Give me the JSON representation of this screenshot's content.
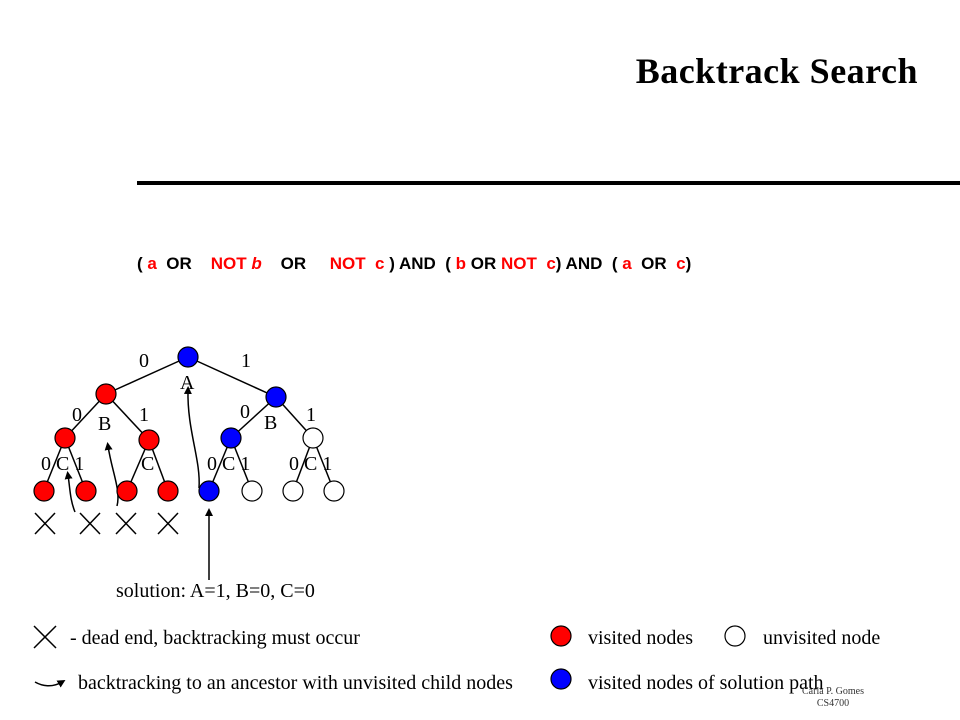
{
  "slide": {
    "title": "Backtrack Search",
    "formula": {
      "t1": "( ",
      "a1": "a",
      "t2": "  OR    ",
      "not1": "NOT ",
      "b1": "b",
      "t3": "    OR     ",
      "not2": "NOT  c",
      "t4": " ) AND  ( ",
      "b2": "b",
      "t5": " OR ",
      "not3": "NOT  c",
      "t6": ") AND  ( ",
      "a2": "a",
      "t7": "  OR  ",
      "c1": "c",
      "t8": ")"
    },
    "tree": {
      "labels": {
        "a_zero": "0",
        "a_one": "1",
        "a_name": "A",
        "b1_zero": "0",
        "b1_one": "1",
        "b1_name": "B",
        "b2_zero": "0",
        "b2_one": "1",
        "b2_name": "B",
        "c1": "0 C 1",
        "c2": "C",
        "c3": "0 C 1",
        "c4": "0 C 1"
      },
      "solution": "solution:  A=1, B=0, C=0"
    },
    "legend": {
      "dead_end": "- dead end, backtracking must occur",
      "backtracking": "backtracking to an ancestor with unvisited child nodes",
      "visited": "visited nodes",
      "unvisited": "unvisited node",
      "solution_path": "visited nodes of solution path"
    },
    "footer": {
      "author": "Carla P. Gomes",
      "course": "CS4700"
    }
  },
  "colors": {
    "visited": "#ff0000",
    "solution": "#0000ff",
    "unvisited": "#ffffff",
    "stroke": "#000000"
  }
}
